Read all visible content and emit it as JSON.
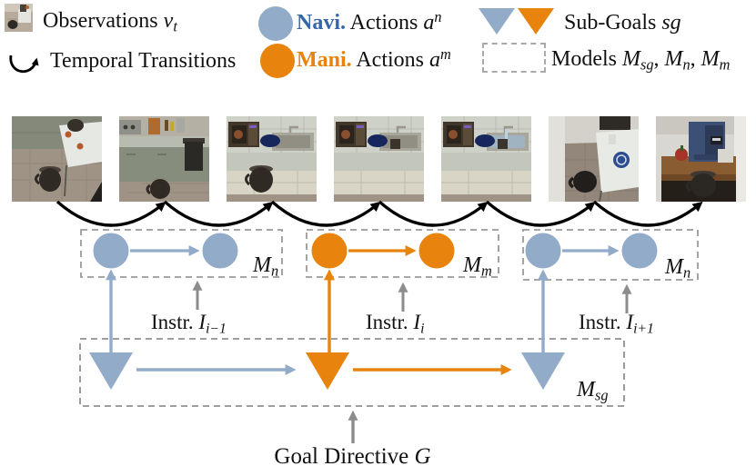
{
  "colors": {
    "navi_blue": "#92abc9",
    "navi_text_blue": "#3767a8",
    "mani_orange": "#e8830e",
    "mani_text_orange": "#e8820c",
    "temporal_black": "#000000",
    "instruction_gray": "#8c8c8c",
    "model_box_border": "#999999"
  },
  "legend": {
    "observations": [
      {
        "t": "Observations "
      },
      {
        "t": "v",
        "i": true
      },
      {
        "t": "t",
        "sub": true,
        "i": true
      }
    ],
    "temporal_label": "Temporal Transitions",
    "navi": [
      {
        "t": "Navi.",
        "b": true,
        "c": "#3767a8"
      },
      {
        "t": " Actions "
      },
      {
        "t": "a",
        "i": true
      },
      {
        "t": "n",
        "sup": true,
        "i": true
      }
    ],
    "mani": [
      {
        "t": "Mani.",
        "b": true,
        "c": "#e8820c"
      },
      {
        "t": " Actions "
      },
      {
        "t": "a",
        "i": true
      },
      {
        "t": "m",
        "sup": true,
        "i": true
      }
    ],
    "subgoals": [
      {
        "t": "Sub-Goals "
      },
      {
        "t": "sg",
        "i": true
      }
    ],
    "models": [
      {
        "t": "Models "
      },
      {
        "t": "M",
        "i": true
      },
      {
        "t": "sg",
        "sub": true,
        "i": true
      },
      {
        "t": ", "
      },
      {
        "t": "M",
        "i": true
      },
      {
        "t": "n",
        "sub": true,
        "i": true
      },
      {
        "t": ", "
      },
      {
        "t": "M",
        "i": true
      },
      {
        "t": "m",
        "sub": true,
        "i": true
      }
    ]
  },
  "observations": {
    "alts": [
      "kitchen floor with side table and bucket",
      "kitchen counter with cutting board and trash bin",
      "counter with microwave, blue plate, sink and bucket",
      "counter with blue plate and pot in sink",
      "sink with running water and blue plate",
      "room with logo table and bucket on floor",
      "coffee machine on wooden table with mug"
    ]
  },
  "model_boxes": {
    "mn1": [
      {
        "t": "M",
        "i": true
      },
      {
        "t": "n",
        "sub": true,
        "i": true
      }
    ],
    "mm": [
      {
        "t": "M",
        "i": true
      },
      {
        "t": "m",
        "sub": true,
        "i": true
      }
    ],
    "mn2": [
      {
        "t": "M",
        "i": true
      },
      {
        "t": "n",
        "sub": true,
        "i": true
      }
    ],
    "msg": [
      {
        "t": "M",
        "i": true
      },
      {
        "t": "sg",
        "sub": true,
        "i": true
      }
    ]
  },
  "instructions": {
    "prev": [
      {
        "t": "Instr. "
      },
      {
        "t": "I",
        "i": true
      },
      {
        "t": "i−1",
        "sub": true,
        "i": true
      }
    ],
    "curr": [
      {
        "t": "Instr. "
      },
      {
        "t": "I",
        "i": true
      },
      {
        "t": "i",
        "sub": true,
        "i": true
      }
    ],
    "next": [
      {
        "t": "Instr. "
      },
      {
        "t": "I",
        "i": true
      },
      {
        "t": "i+1",
        "sub": true,
        "i": true
      }
    ]
  },
  "goal": [
    {
      "t": "Goal Directive "
    },
    {
      "t": "G",
      "i": true
    }
  ]
}
